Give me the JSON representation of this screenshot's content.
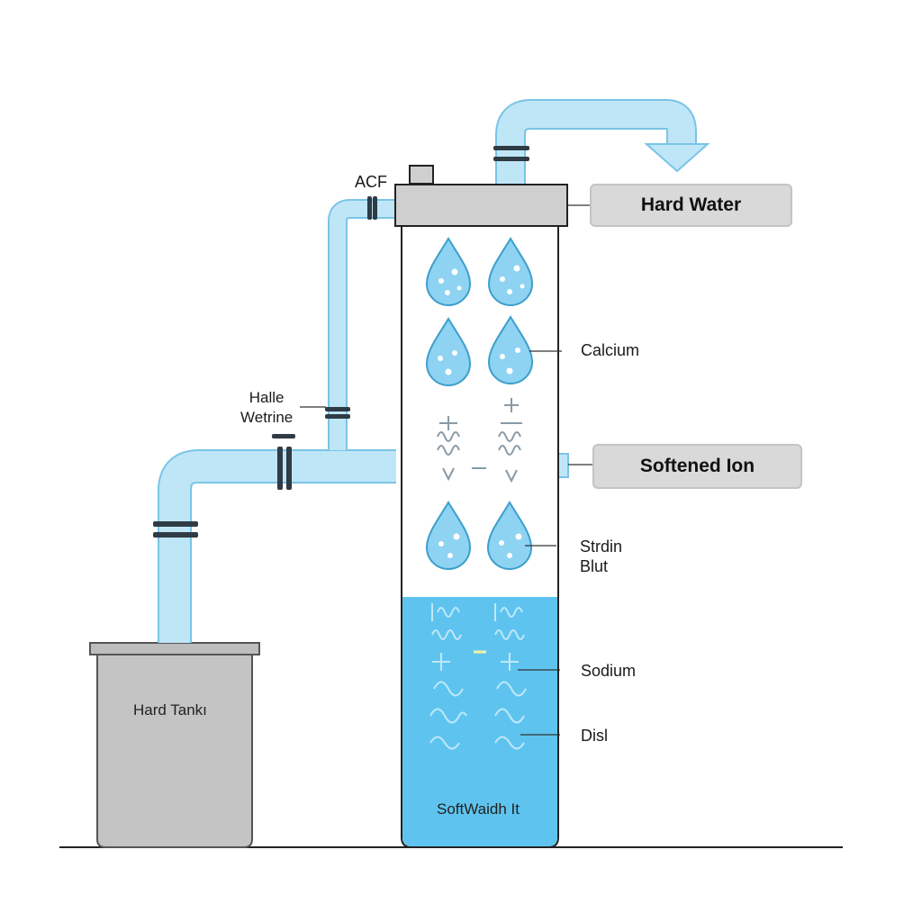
{
  "labels": {
    "acf": "ACF",
    "valve_line1": "Halle",
    "valve_line2": "Wetrine",
    "calcium": "Calcium",
    "strdin_line1": "Strdin",
    "strdin_line2": "Blut",
    "sodium": "Sodium",
    "disl": "Disl",
    "hard_tank": "Hard Tankı",
    "column_bottom": "SoftWaidh It"
  },
  "callouts": {
    "hard_water": "Hard Water",
    "softened_ion": "Softened Ion"
  },
  "colors": {
    "pipe": "#bfe6f7",
    "pipe_stroke": "#79c4e6",
    "water": "#5ec4ef",
    "drop": "#8ed3f2",
    "tank": "#c4c4c4",
    "callout_bg": "#d9d9d9",
    "cap": "#cfcfcf",
    "flange": "#2f3b45"
  }
}
